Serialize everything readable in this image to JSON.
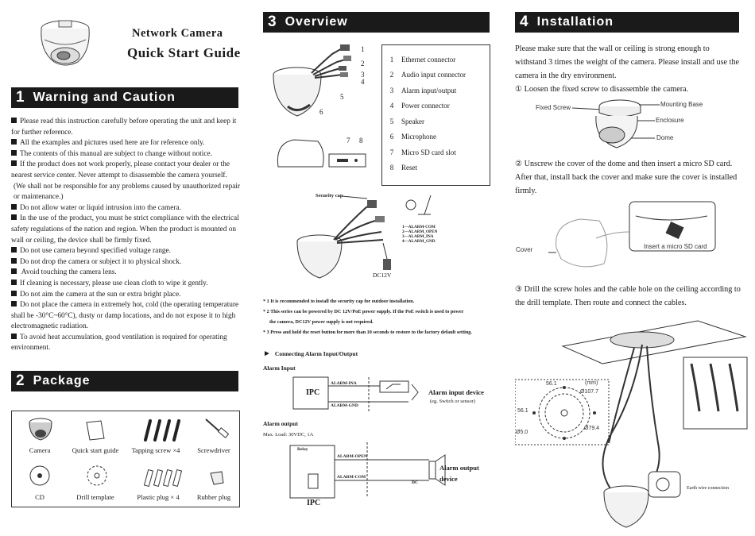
{
  "title": {
    "line1": "Network Camera",
    "line2": "Quick Start Guide"
  },
  "sections": {
    "warning": {
      "num": "1",
      "title": "Warning and Caution"
    },
    "package": {
      "num": "2",
      "title": "Package"
    },
    "overview": {
      "num": "3",
      "title": "Overview"
    },
    "installation": {
      "num": "4",
      "title": "Installation"
    }
  },
  "warnings": [
    {
      "bullet": true,
      "text": "Please read this instruction carefully before operating the unit and keep it for further reference."
    },
    {
      "bullet": true,
      "text": "All the examples and pictures used here are for reference only."
    },
    {
      "bullet": true,
      "text": "The contents of this manual are subject to change without notice."
    },
    {
      "bullet": true,
      "text": "If the product does not work properly, please contact your dealer or the nearest service center. Never attempt to disassemble the camera yourself."
    },
    {
      "bullet": false,
      "text": "(We shall not be responsible for any problems caused by unauthorized repair or maintenance.)"
    },
    {
      "bullet": true,
      "text": "Do not allow water or liquid intrusion into the camera."
    },
    {
      "bullet": true,
      "text": "In the use of the product, you must be strict compliance with the electrical safety regulations of the nation and region. When the  product is mounted on wall or ceiling, the device shall be firmly fixed."
    },
    {
      "bullet": true,
      "text": "Do not use camera beyond specified voltage range."
    },
    {
      "bullet": true,
      "text": "Do not drop the camera or subject it to physical shock."
    },
    {
      "bullet": true,
      "text": " Avoid touching the camera lens."
    },
    {
      "bullet": true,
      "text": "If cleaning is necessary, please use clean cloth to wipe it gently."
    },
    {
      "bullet": true,
      "text": "Do not aim the camera at the sun or extra bright place."
    },
    {
      "bullet": true,
      "text": "Do not place the camera in extremely hot, cold (the operating  temperature shall be -30°C~60°C), dusty or damp locations, and do not expose it to high electromagnetic radiation."
    },
    {
      "bullet": true,
      "text": "To avoid heat accumulation, good ventilation is required for operating environment."
    }
  ],
  "package": [
    {
      "name": "Camera",
      "icon": "camera-icon"
    },
    {
      "name": "Quick start guide",
      "icon": "guide-icon"
    },
    {
      "name": "Tapping screw ×4",
      "icon": "screw-icon"
    },
    {
      "name": "Screwdriver",
      "icon": "screwdriver-icon"
    },
    {
      "name": "CD",
      "icon": "cd-icon"
    },
    {
      "name": "Drill template",
      "icon": "drill-template-icon"
    },
    {
      "name": "Plastic plug × 4",
      "icon": "plastic-plug-icon"
    },
    {
      "name": "Rubber plug",
      "icon": "rubber-plug-icon"
    }
  ],
  "overview_items": [
    {
      "n": "1",
      "label": "Ethernet connector"
    },
    {
      "n": "2",
      "label": "Audio input connector"
    },
    {
      "n": "3",
      "label": "Alarm input/output"
    },
    {
      "n": "4",
      "label": "Power connector"
    },
    {
      "n": "5",
      "label": "Speaker"
    },
    {
      "n": "6",
      "label": "Microphone"
    },
    {
      "n": "7",
      "label": "Micro SD card slot"
    },
    {
      "n": "8",
      "label": "Reset"
    }
  ],
  "callouts": [
    "1",
    "2",
    "3",
    "4",
    "5",
    "6",
    "7",
    "8"
  ],
  "security_cap": "Security cap",
  "alarm_pins": [
    "1—ALARM-COM",
    "2—ALARM_OPEN",
    "3—ALARM_INA",
    "4—ALARM_GND"
  ],
  "dc12v": "DC12V",
  "notes": [
    "* 1  It is recommended to install the security cap for outdoor installation.",
    "* 2  This series can be powered by DC 12V/PoE power supply. If the PoE switch is used to power",
    "the camera, DC12V power supply is not required.",
    "* 3 Press and hold the reset button for more than 10 seconds to restore to the factory default setting."
  ],
  "alarm": {
    "heading": "Connecting Alarm Input/Output",
    "input_title": "Alarm Input",
    "ipc": "IPC",
    "ina": "ALARM-INA",
    "gnd": "ALARM-GND",
    "input_device": "Alarm input device",
    "input_device_sub": "(eg. Switch or sensor)",
    "output_title": "Alarm output",
    "max_load": "Max. Load: 30VDC, 1A",
    "relay": "Relay",
    "open": "ALARM-OPEN",
    "com": "ALARM-COM",
    "dc": "DC",
    "output_device_1": "Alarm output",
    "output_device_2": "device"
  },
  "install": {
    "intro": "Please make sure that the wall or ceiling is strong enough to withstand 3 times the weight of the camera. Please install and use the camera in the dry environment.",
    "step1": "① Loosen the fixed screw to disassemble the camera.",
    "fixed_screw": "Fixed Screw",
    "mounting_base": "Mounting Base",
    "enclosure": "Enclosure",
    "dome": "Dome",
    "step2": "② Unscrew the cover of the dome and then insert a micro SD card. After that, install back the cover and make sure the cover is installed firmly.",
    "cover": "Cover",
    "insert_sd": "Insert a micro SD card",
    "step3": "③ Drill the screw holes and the cable hole on the ceiling according to the drill template. Then route and connect the cables.",
    "dim_mm": "(mm)",
    "dim_56_top": "56.1",
    "dim_56_left": "56.1",
    "dim_107": "Ø107.7",
    "dim_79": "Ø79.4",
    "dim_5": "Ø5.0",
    "earth": "Earth wire connection"
  },
  "colors": {
    "ink": "#1a1a1a",
    "header_bg": "#1a1a1a",
    "header_text": "#ffffff"
  }
}
